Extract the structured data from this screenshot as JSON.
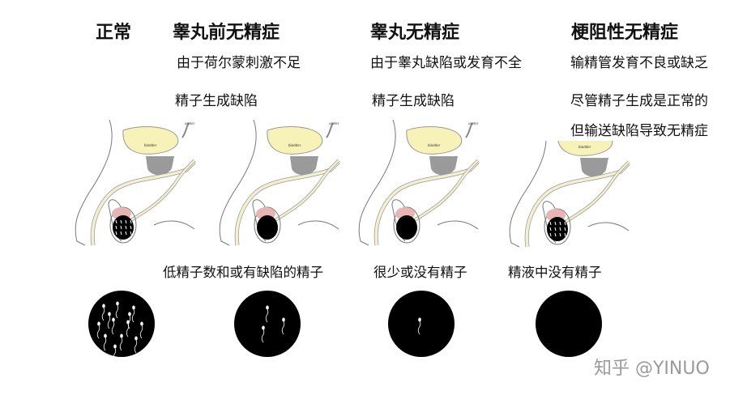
{
  "columns": [
    {
      "title": "正常",
      "lines": [],
      "caption": "",
      "sperm_count": 13,
      "testis": "normal"
    },
    {
      "title": "睾丸前无精症",
      "lines": [
        "由于荷尔蒙刺激不足",
        "精子生成缺陷"
      ],
      "caption": "低精子数和或有缺陷的精子",
      "sperm_count": 3,
      "testis": "defective"
    },
    {
      "title": "睾丸无精症",
      "lines": [
        "由于睾丸缺陷或发育不全",
        "精子生成缺陷"
      ],
      "caption": "很少或没有精子",
      "sperm_count": 1,
      "testis": "defective"
    },
    {
      "title": "梗阻性无精症",
      "lines": [
        "输精管发育不良或缺乏",
        "尽管精子生成是正常的",
        "但输送缺陷导致无精症"
      ],
      "caption": "精液中没有精子",
      "sperm_count": 0,
      "testis": "normal"
    }
  ],
  "anatomy_labels": {
    "ureter": "ureter",
    "bladder": "bladder"
  },
  "watermark": "知乎 @YINUO",
  "colors": {
    "bladder": "#f6f2b8",
    "prostate": "#9a9a9a",
    "epididymis": "#e8b4b4",
    "testis": "#000000",
    "duct": "#f3efcf"
  }
}
